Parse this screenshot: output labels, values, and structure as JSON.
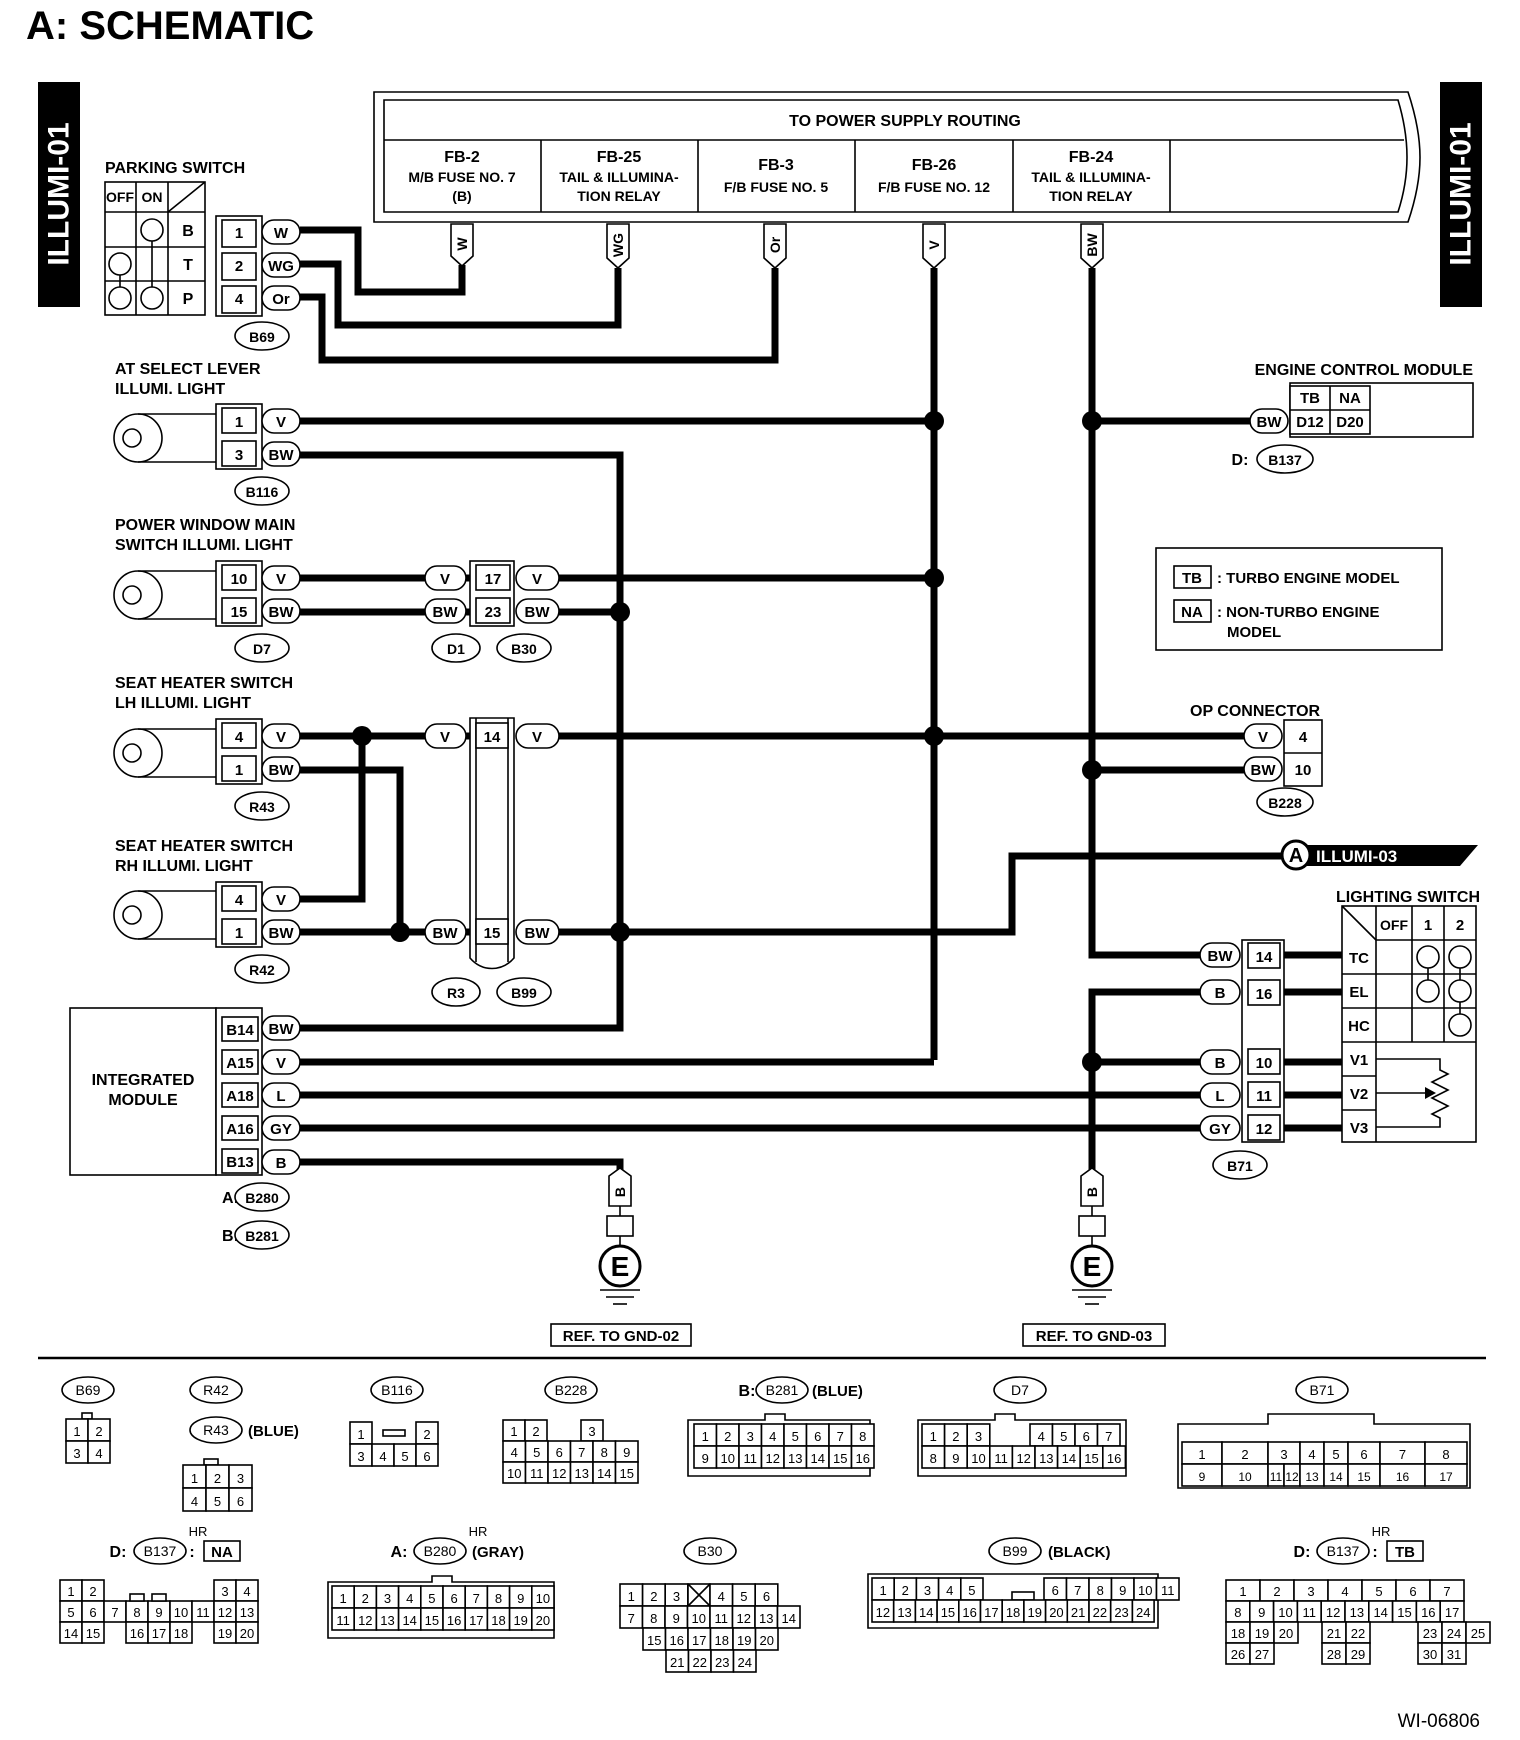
{
  "title": "A:  SCHEMATIC",
  "side_tab": "ILLUMI-01",
  "doc_id": "WI-06806",
  "supply": {
    "header": "TO POWER SUPPLY ROUTING",
    "fuses": [
      {
        "id": "FB-2",
        "l1": "M/B FUSE NO. 7",
        "l2": "(B)",
        "wire": "W"
      },
      {
        "id": "FB-25",
        "l1": "TAIL & ILLUMINA-",
        "l2": "TION RELAY",
        "wire": "WG"
      },
      {
        "id": "FB-3",
        "l1": "F/B FUSE NO. 5",
        "l2": "",
        "wire": "Or"
      },
      {
        "id": "FB-26",
        "l1": "F/B FUSE NO. 12",
        "l2": "",
        "wire": "V"
      },
      {
        "id": "FB-24",
        "l1": "TAIL & ILLUMINA-",
        "l2": "TION RELAY",
        "wire": "BW"
      }
    ]
  },
  "parking_switch": {
    "title": "PARKING SWITCH",
    "head": [
      "OFF",
      "ON"
    ],
    "rows": [
      "B",
      "T",
      "P"
    ],
    "pins": [
      {
        "n": "1",
        "w": "W"
      },
      {
        "n": "2",
        "w": "WG"
      },
      {
        "n": "4",
        "w": "Or"
      }
    ],
    "connector": "B69"
  },
  "at_select": {
    "l1": "AT SELECT LEVER",
    "l2": "ILLUMI. LIGHT",
    "pins": [
      {
        "n": "1",
        "w": "V"
      },
      {
        "n": "3",
        "w": "BW"
      }
    ],
    "connector": "B116"
  },
  "power_window": {
    "l1": "POWER WINDOW MAIN",
    "l2": "SWITCH ILLUMI. LIGHT",
    "pins": [
      {
        "n": "10",
        "w": "V"
      },
      {
        "n": "15",
        "w": "BW"
      }
    ],
    "connector": "D7"
  },
  "seat_lh": {
    "l1": "SEAT HEATER SWITCH",
    "l2": "LH ILLUMI. LIGHT",
    "pins": [
      {
        "n": "4",
        "w": "V"
      },
      {
        "n": "1",
        "w": "BW"
      }
    ],
    "connector": "R43"
  },
  "seat_rh": {
    "l1": "SEAT HEATER SWITCH",
    "l2": "RH ILLUMI. LIGHT",
    "pins": [
      {
        "n": "4",
        "w": "V"
      },
      {
        "n": "1",
        "w": "BW"
      }
    ],
    "connector": "R42"
  },
  "d1_b30": {
    "left": [
      "V",
      "BW"
    ],
    "pins": [
      "17",
      "23"
    ],
    "right": [
      "V",
      "BW"
    ],
    "c1": "D1",
    "c2": "B30"
  },
  "r3_b99": {
    "left": [
      "V",
      "BW"
    ],
    "pins": [
      "14",
      "15"
    ],
    "right": [
      "V",
      "BW"
    ],
    "c1": "R3",
    "c2": "B99"
  },
  "ecm": {
    "title": "ENGINE CONTROL MODULE",
    "head": [
      "TB",
      "NA"
    ],
    "pins": [
      "D12",
      "D20"
    ],
    "wire": "BW",
    "prefix": "D:",
    "connector": "B137"
  },
  "legend": {
    "tb": "TB",
    "tb_text": ": TURBO ENGINE MODEL",
    "na": "NA",
    "na_l1": ": NON-TURBO ENGINE",
    "na_l2": "MODEL"
  },
  "op_connector": {
    "title": "OP CONNECTOR",
    "wires": [
      "V",
      "BW"
    ],
    "pins": [
      "4",
      "10"
    ],
    "connector": "B228"
  },
  "illumi03": {
    "badge": "A",
    "label": "ILLUMI-03"
  },
  "lighting_switch": {
    "title": "LIGHTING SWITCH",
    "head": [
      "OFF",
      "1",
      "2"
    ],
    "rows": [
      "TC",
      "EL",
      "HC",
      "V1",
      "V2",
      "V3"
    ],
    "wires": [
      "BW",
      "B",
      "B",
      "L",
      "GY"
    ],
    "pins": [
      "14",
      "16",
      "10",
      "11",
      "12"
    ],
    "connector": "B71"
  },
  "integrated": {
    "l1": "INTEGRATED",
    "l2": "MODULE",
    "pins": [
      "B14",
      "A15",
      "A18",
      "A16",
      "B13"
    ],
    "wires": [
      "BW",
      "V",
      "L",
      "GY",
      "B"
    ],
    "p1": "A:",
    "c1": "B280",
    "p2": "B:",
    "c2": "B281"
  },
  "grounds": [
    {
      "wire": "B",
      "sym": "E",
      "ref": "REF. TO GND-02"
    },
    {
      "wire": "B",
      "sym": "E",
      "ref": "REF. TO GND-03"
    }
  ],
  "connector_views": {
    "b69": {
      "name": "B69",
      "r1": [
        "1",
        "2"
      ],
      "r2": [
        "3",
        "4"
      ]
    },
    "r42": {
      "name": "R42"
    },
    "r43": {
      "name": "R43",
      "note": "(BLUE)",
      "r1": [
        "1",
        "2",
        "3"
      ],
      "r2": [
        "4",
        "5",
        "6"
      ]
    },
    "b116": {
      "name": "B116",
      "r1": [
        "1",
        "2"
      ],
      "r2": [
        "3",
        "4",
        "5",
        "6"
      ]
    },
    "b228": {
      "name": "B228",
      "r1": [
        "1",
        "2",
        "3"
      ],
      "r2": [
        "4",
        "5",
        "6",
        "7",
        "8",
        "9"
      ],
      "r3": [
        "10",
        "11",
        "12",
        "13",
        "14",
        "15"
      ]
    },
    "b281": {
      "prefix": "B:",
      "name": "B281",
      "note": "(BLUE)",
      "r1": [
        "1",
        "2",
        "3",
        "4",
        "5",
        "6",
        "7",
        "8"
      ],
      "r2": [
        "9",
        "10",
        "11",
        "12",
        "13",
        "14",
        "15",
        "16"
      ]
    },
    "d7": {
      "name": "D7",
      "r1": [
        "1",
        "2",
        "3",
        "4",
        "5",
        "6",
        "7"
      ],
      "r2": [
        "8",
        "9",
        "10",
        "11",
        "12",
        "13",
        "14",
        "15",
        "16"
      ]
    },
    "b71": {
      "name": "B71",
      "r1": [
        "1",
        "2",
        "3",
        "4",
        "5",
        "6",
        "7",
        "8"
      ],
      "r2": [
        "9",
        "10",
        "11",
        "12",
        "13",
        "14",
        "15",
        "16",
        "17"
      ]
    },
    "b137na": {
      "prefix": "D:",
      "name": "B137",
      "hr": "HR",
      "tag": "NA",
      "r1": [
        "1",
        "2",
        "3",
        "4"
      ],
      "r2": [
        "5",
        "6",
        "7",
        "8",
        "9",
        "10",
        "11",
        "12",
        "13"
      ],
      "r3": [
        "14",
        "15",
        "16",
        "17",
        "18",
        "19",
        "20"
      ]
    },
    "b280": {
      "prefix": "A:",
      "name": "B280",
      "hr": "HR",
      "note": "(GRAY)",
      "r1": [
        "1",
        "2",
        "3",
        "4",
        "5",
        "6",
        "7",
        "8",
        "9",
        "10"
      ],
      "r2": [
        "11",
        "12",
        "13",
        "14",
        "15",
        "16",
        "17",
        "18",
        "19",
        "20"
      ]
    },
    "b30": {
      "name": "B30",
      "r1": [
        "1",
        "2",
        "3",
        "4",
        "5",
        "6"
      ],
      "r2": [
        "7",
        "8",
        "9",
        "10",
        "11",
        "12",
        "13",
        "14"
      ],
      "r3": [
        "15",
        "16",
        "17",
        "18",
        "19",
        "20"
      ],
      "r4": [
        "21",
        "22",
        "23",
        "24"
      ]
    },
    "b99": {
      "name": "B99",
      "note": "(BLACK)",
      "r1": [
        "1",
        "2",
        "3",
        "4",
        "5",
        "6",
        "7",
        "8",
        "9",
        "10",
        "11"
      ],
      "r2": [
        "12",
        "13",
        "14",
        "15",
        "16",
        "17",
        "18",
        "19",
        "20",
        "21",
        "22",
        "23",
        "24"
      ]
    },
    "b137tb": {
      "prefix": "D:",
      "name": "B137",
      "hr": "HR",
      "tag": "TB",
      "r1": [
        "1",
        "2",
        "3",
        "4",
        "5",
        "6",
        "7"
      ],
      "r2": [
        "8",
        "9",
        "10",
        "11",
        "12",
        "13",
        "14",
        "15",
        "16",
        "17"
      ],
      "r3": [
        "18",
        "19",
        "20",
        "21",
        "22",
        "23",
        "24",
        "25"
      ],
      "r4": [
        "26",
        "27",
        "28",
        "29",
        "30",
        "31"
      ]
    }
  }
}
